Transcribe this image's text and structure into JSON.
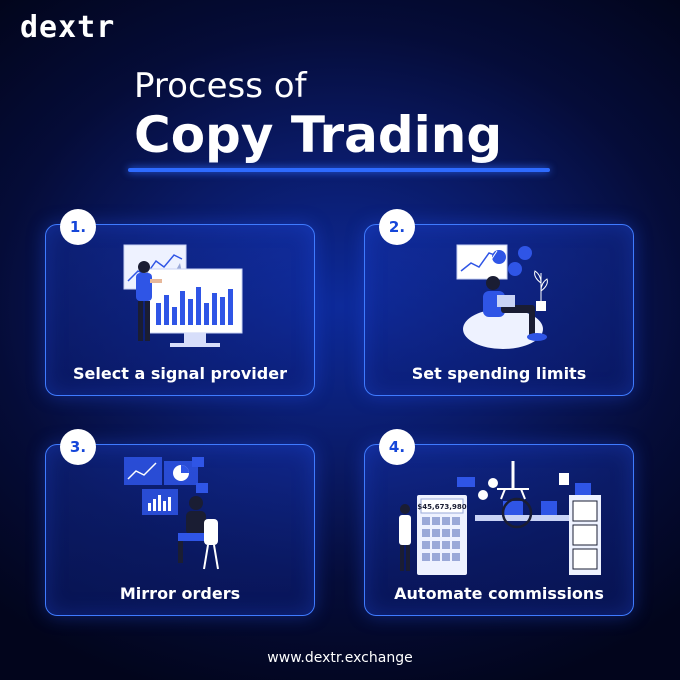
{
  "brand": {
    "logo": "dextr"
  },
  "header": {
    "title_line1": "Process of",
    "title_line2": "Copy Trading"
  },
  "steps": [
    {
      "number": "1.",
      "label": "Select a signal provider"
    },
    {
      "number": "2.",
      "label": "Set spending limits"
    },
    {
      "number": "3.",
      "label": "Mirror orders"
    },
    {
      "number": "4.",
      "label": "Automate commissions"
    }
  ],
  "illustrations": {
    "calculator_display": "$45,673,980"
  },
  "footer": {
    "website": "www.dextr.exchange"
  },
  "colors": {
    "accent": "#2e6bff",
    "card_border": "#3f7bff",
    "badge_text": "#1546d9",
    "illustration_blue": "#2f55e6"
  }
}
